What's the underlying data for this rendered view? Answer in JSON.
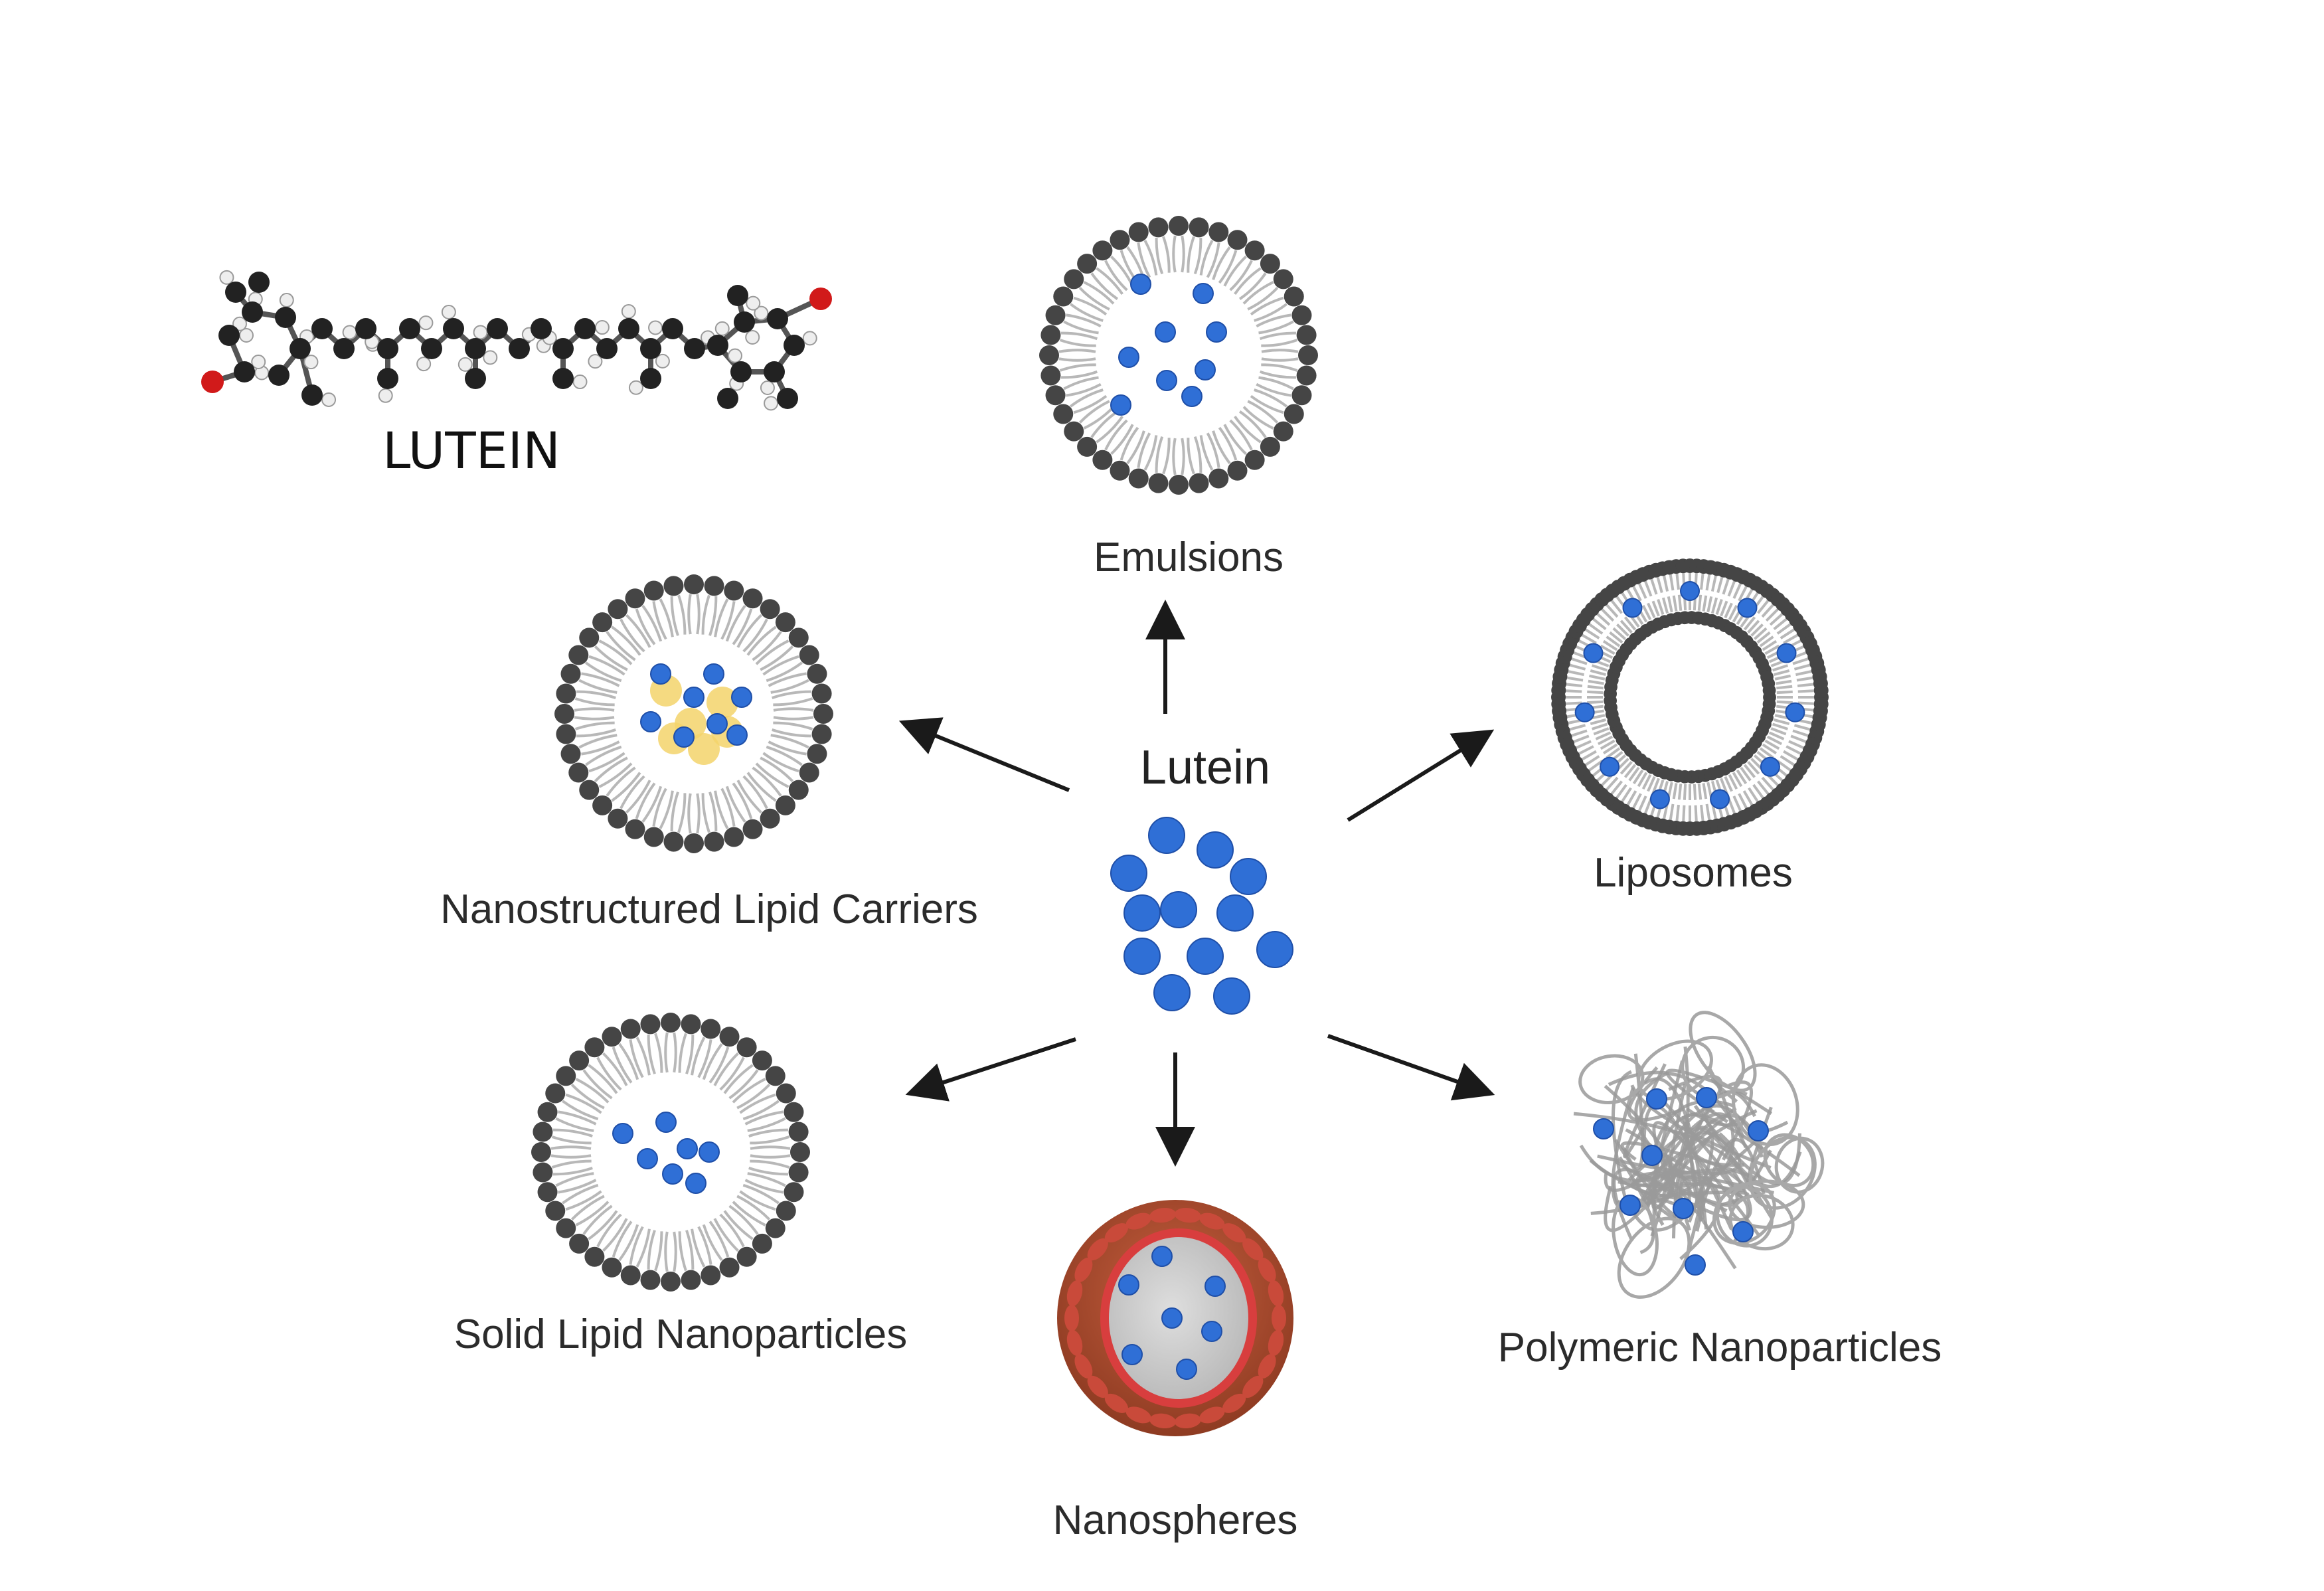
{
  "molecule": {
    "label": "LUTEIN"
  },
  "center": {
    "label": "Lutein"
  },
  "carriers": {
    "emulsions": "Emulsions",
    "liposomes": "Liposomes",
    "polymeric": "Polymeric Nanoparticles",
    "nanospheres": "Nanospheres",
    "sln": "Solid Lipid Nanoparticles",
    "nlc": "Nanostructured Lipid Carriers"
  },
  "colors": {
    "drug": "#2f6fd6",
    "drug_stroke": "#1f4fa8",
    "lipid_head": "#454545",
    "lipid_tail": "#b8b8b8",
    "solid_lipid": "#f3d36b",
    "polymer": "#9a9a9a",
    "nanosphere_shell": "#b5402e",
    "nanosphere_inner": "#c94a3a",
    "nanosphere_core": "#c9c9c9",
    "arrow": "#1a1a1a",
    "carbon": "#222222",
    "hydrogen": "#eeeeee",
    "oxygen": "#d11a1a"
  }
}
